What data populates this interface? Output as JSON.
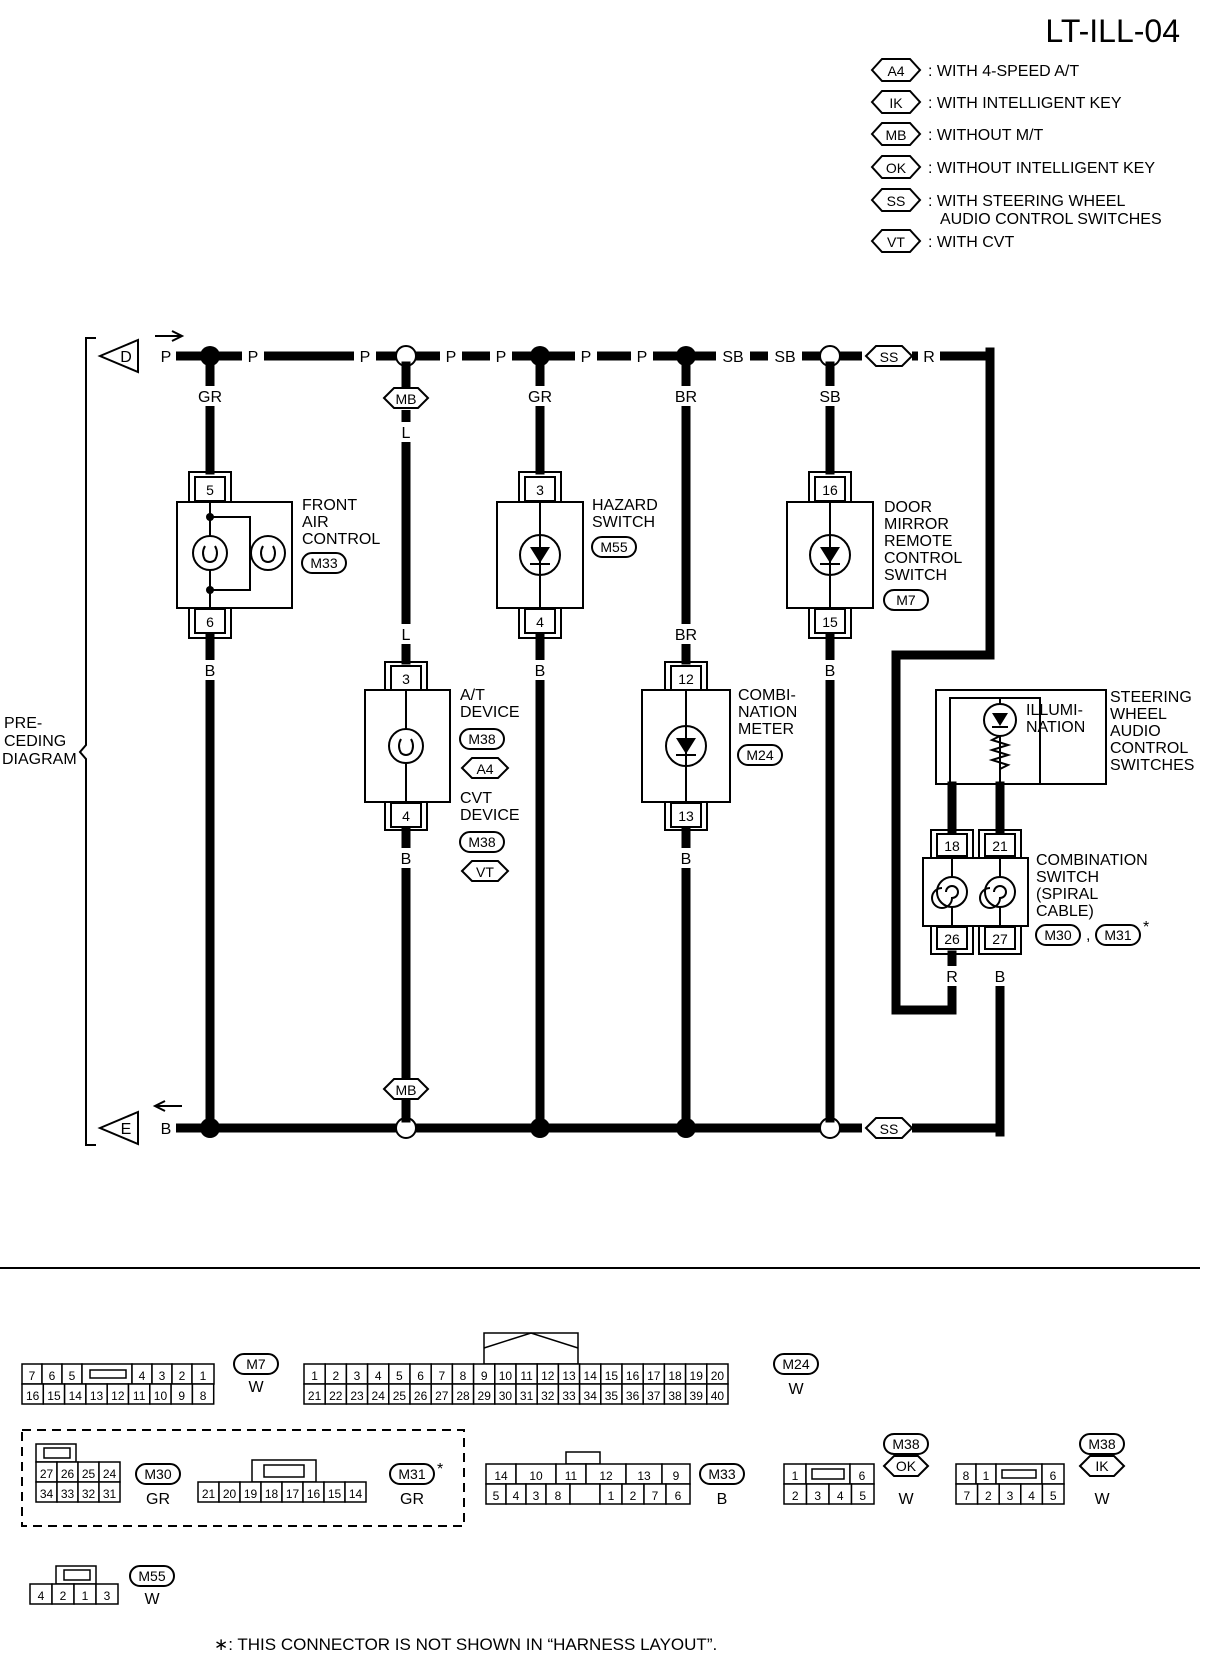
{
  "title": "LT-ILL-04",
  "legend": [
    {
      "code": "A4",
      "text": ": WITH 4-SPEED A/T"
    },
    {
      "code": "IK",
      "text": ": WITH INTELLIGENT KEY"
    },
    {
      "code": "MB",
      "text": ": WITHOUT M/T"
    },
    {
      "code": "OK",
      "text": ": WITHOUT INTELLIGENT KEY"
    },
    {
      "code": "SS",
      "text": ": WITH STEERING WHEEL",
      "text2": "AUDIO CONTROL SWITCHES"
    },
    {
      "code": "VT",
      "text": ": WITH CVT"
    }
  ],
  "preceding": [
    "PRE-",
    "CEDING",
    "DIAGRAM"
  ],
  "top_bus": {
    "terminal": "D",
    "labels": [
      "P",
      "P",
      "P",
      "P",
      "P",
      "P",
      "P",
      "SB",
      "SB",
      "R"
    ],
    "ss_tag": "SS"
  },
  "bottom_bus": {
    "terminal": "E",
    "label": "B",
    "ss_tag": "SS"
  },
  "wire_colors": {
    "front_air_top": "GR",
    "front_air_bottom": "B",
    "at_top": "L",
    "at_mid": "L",
    "at_bottom": "B",
    "mb_tag": "MB",
    "hazard_top": "GR",
    "hazard_bottom": "B",
    "meter_top": "BR",
    "meter_mid": "BR",
    "meter_bottom": "B",
    "mirror_top": "SB",
    "mirror_bottom": "B",
    "spiral_left": "R",
    "spiral_right": "B"
  },
  "components": {
    "front_air": {
      "pin_top": "5",
      "pin_bottom": "6",
      "name": [
        "FRONT",
        "AIR",
        "CONTROL"
      ],
      "conn": "M33"
    },
    "hazard": {
      "pin_top": "3",
      "pin_bottom": "4",
      "name": [
        "HAZARD",
        "SWITCH"
      ],
      "conn": "M55"
    },
    "mirror": {
      "pin_top": "16",
      "pin_bottom": "15",
      "name": [
        "DOOR",
        "MIRROR",
        "REMOTE",
        "CONTROL",
        "SWITCH"
      ],
      "conn": "M7"
    },
    "at_device": {
      "pin_top": "3",
      "pin_bottom": "4",
      "name": [
        "A/T",
        "DEVICE"
      ],
      "conn": "M38",
      "tag": "A4",
      "name2": [
        "CVT",
        "DEVICE"
      ],
      "conn2": "M38",
      "tag2": "VT"
    },
    "meter": {
      "pin_top": "12",
      "pin_bottom": "13",
      "name": [
        "COMBI-",
        "NATION",
        "METER"
      ],
      "conn": "M24"
    },
    "steering": {
      "inner": [
        "ILLUMI-",
        "NATION"
      ],
      "name": [
        "STEERING",
        "WHEEL",
        "AUDIO",
        "CONTROL",
        "SWITCHES"
      ]
    },
    "spiral": {
      "pins_top": [
        "18",
        "21"
      ],
      "pins_bottom": [
        "26",
        "27"
      ],
      "name": [
        "COMBINATION",
        "SWITCH",
        "(SPIRAL",
        "CABLE)"
      ],
      "conn": "M30",
      "sep": ",",
      "conn2": "M31",
      "star": "*"
    }
  },
  "connectors": {
    "m7": {
      "row1": [
        "7",
        "6",
        "5",
        "",
        "4",
        "3",
        "2",
        "1"
      ],
      "row2": [
        "16",
        "15",
        "14",
        "13",
        "12",
        "11",
        "10",
        "9",
        "8"
      ],
      "id": "M7",
      "color": "W"
    },
    "m24": {
      "row1": [
        "1",
        "2",
        "3",
        "4",
        "5",
        "6",
        "7",
        "8",
        "9",
        "10",
        "11",
        "12",
        "13",
        "14",
        "15",
        "16",
        "17",
        "18",
        "19",
        "20"
      ],
      "row2": [
        "21",
        "22",
        "23",
        "24",
        "25",
        "26",
        "27",
        "28",
        "29",
        "30",
        "31",
        "32",
        "33",
        "34",
        "35",
        "36",
        "37",
        "38",
        "39",
        "40"
      ],
      "id": "M24",
      "color": "W"
    },
    "m30": {
      "row1": [
        "27",
        "26",
        "25",
        "24"
      ],
      "row2": [
        "34",
        "33",
        "32",
        "31"
      ],
      "id": "M30",
      "color": "GR"
    },
    "m31": {
      "row": [
        "21",
        "20",
        "19",
        "18",
        "17",
        "16",
        "15",
        "14"
      ],
      "id": "M31",
      "star": "*",
      "color": "GR"
    },
    "m33": {
      "row1": [
        "14",
        "10",
        "11",
        "12",
        "13",
        "9"
      ],
      "row2": [
        "5",
        "4",
        "3",
        "8",
        "1",
        "2",
        "7",
        "6"
      ],
      "id": "M33",
      "color": "B"
    },
    "m38ok": {
      "row1": [
        "1",
        "",
        "6"
      ],
      "row2": [
        "2",
        "3",
        "4",
        "5"
      ],
      "id": "M38",
      "tag": "OK",
      "color": "W"
    },
    "m38ik": {
      "row1": [
        "8",
        "1",
        "",
        "6"
      ],
      "row2": [
        "7",
        "2",
        "3",
        "4",
        "5"
      ],
      "id": "M38",
      "tag": "IK",
      "color": "W"
    },
    "m55": {
      "row": [
        "4",
        "2",
        "1",
        "3"
      ],
      "id": "M55",
      "color": "W"
    }
  },
  "footnote": "∗: THIS CONNECTOR IS NOT SHOWN IN “HARNESS LAYOUT”."
}
